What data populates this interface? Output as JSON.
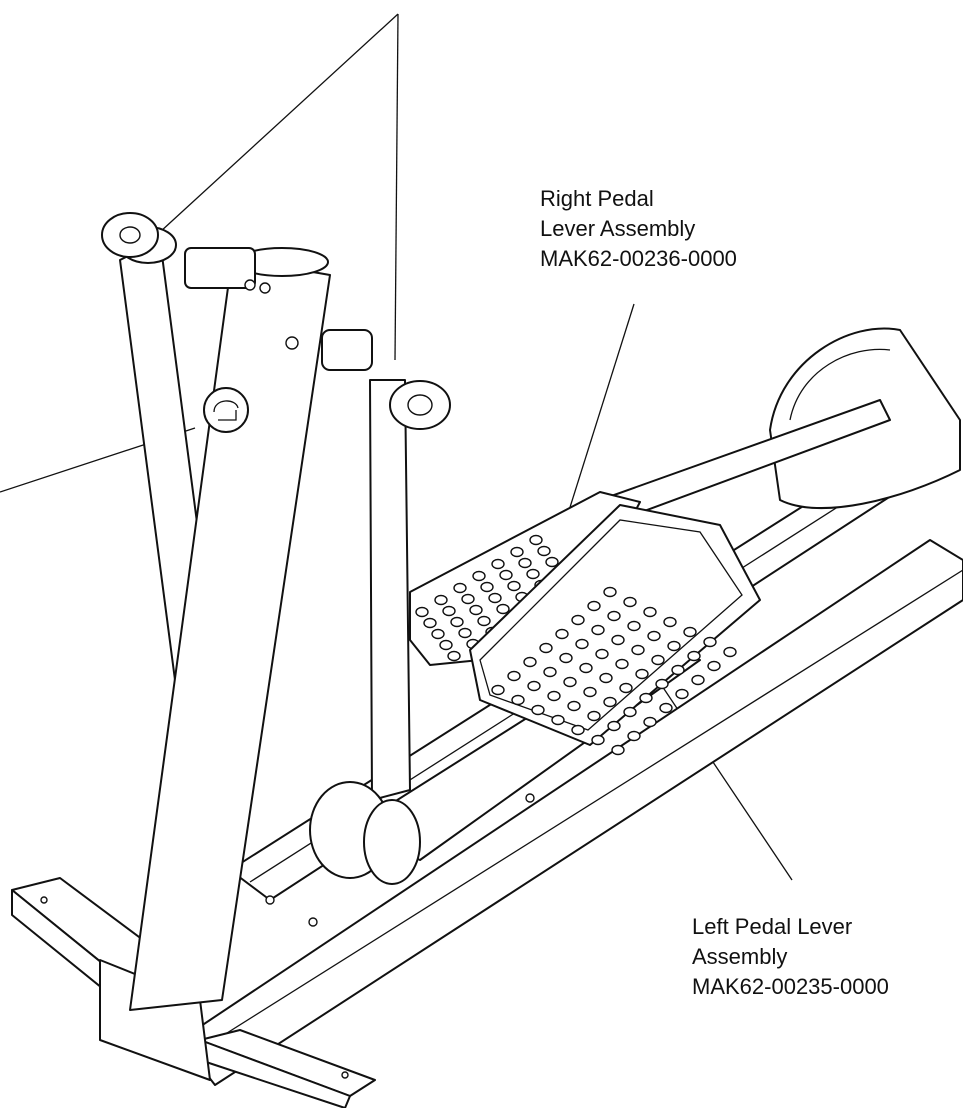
{
  "callouts": {
    "right_pedal": {
      "line1": "Right Pedal",
      "line2": "Lever Assembly",
      "line3": "MAK62-00236-0000"
    },
    "left_pedal": {
      "line1": "Left Pedal Lever",
      "line2": "Assembly",
      "line3": "MAK62-00235-0000"
    }
  },
  "colors": {
    "ink": "#111111",
    "paper": "#ffffff"
  },
  "icons": [
    "brand-logo-icon"
  ]
}
